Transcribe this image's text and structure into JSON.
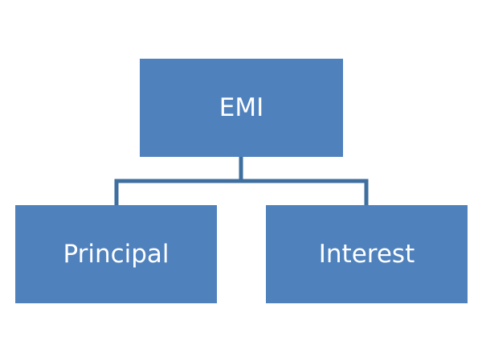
{
  "diagram": {
    "root": {
      "label": "EMI"
    },
    "children": [
      {
        "label": "Principal"
      },
      {
        "label": "Interest"
      }
    ]
  },
  "colors": {
    "box_fill": "#4f81bd",
    "connector": "#3f6f9f",
    "text": "#ffffff",
    "background": "#ffffff"
  }
}
